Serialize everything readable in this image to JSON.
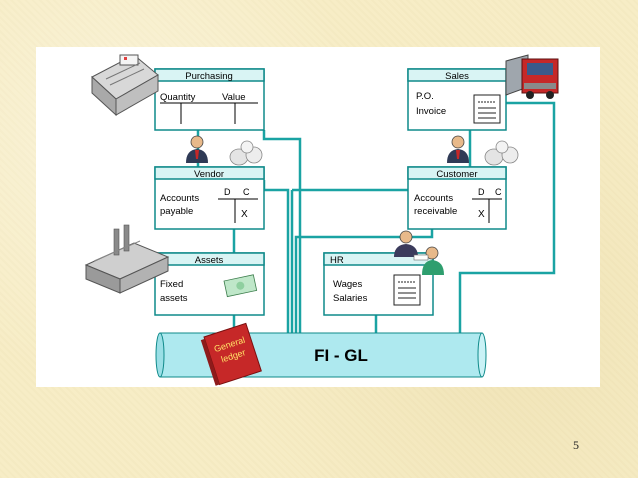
{
  "page_number": "5",
  "colors": {
    "box_border": "#0f8a8a",
    "box_header": "#d9f4f4",
    "connector": "#1aa3a3",
    "ledger_bar": "#aee9ef",
    "ledger_book": "#c62828",
    "panel": "#ffffff",
    "background": "#f7edc6"
  },
  "boxes": {
    "purchasing": {
      "title": "Purchasing",
      "col1": "Quantity",
      "col2": "Value"
    },
    "sales": {
      "title": "Sales",
      "line1": "P.O.",
      "line2": "Invoice"
    },
    "vendor": {
      "title": "Vendor",
      "label1": "Accounts",
      "label2": "payable",
      "d": "D",
      "c": "C",
      "mark": "X"
    },
    "customer": {
      "title": "Customer",
      "label1": "Accounts",
      "label2": "receivable",
      "d": "D",
      "c": "C",
      "mark": "X"
    },
    "assets": {
      "title": "Assets",
      "line1": "Fixed",
      "line2": "assets"
    },
    "hr": {
      "title": "HR",
      "line1": "Wages",
      "line2": "Salaries"
    }
  },
  "ledger": {
    "label": "FI - GL",
    "book_line1": "General",
    "book_line2": "ledger"
  },
  "icons": [
    "cash-register-icon",
    "truck-icon",
    "businessman-icon",
    "money-bags-icon",
    "factory-icon",
    "banknote-icon",
    "meeting-people-icon",
    "document-icon"
  ]
}
